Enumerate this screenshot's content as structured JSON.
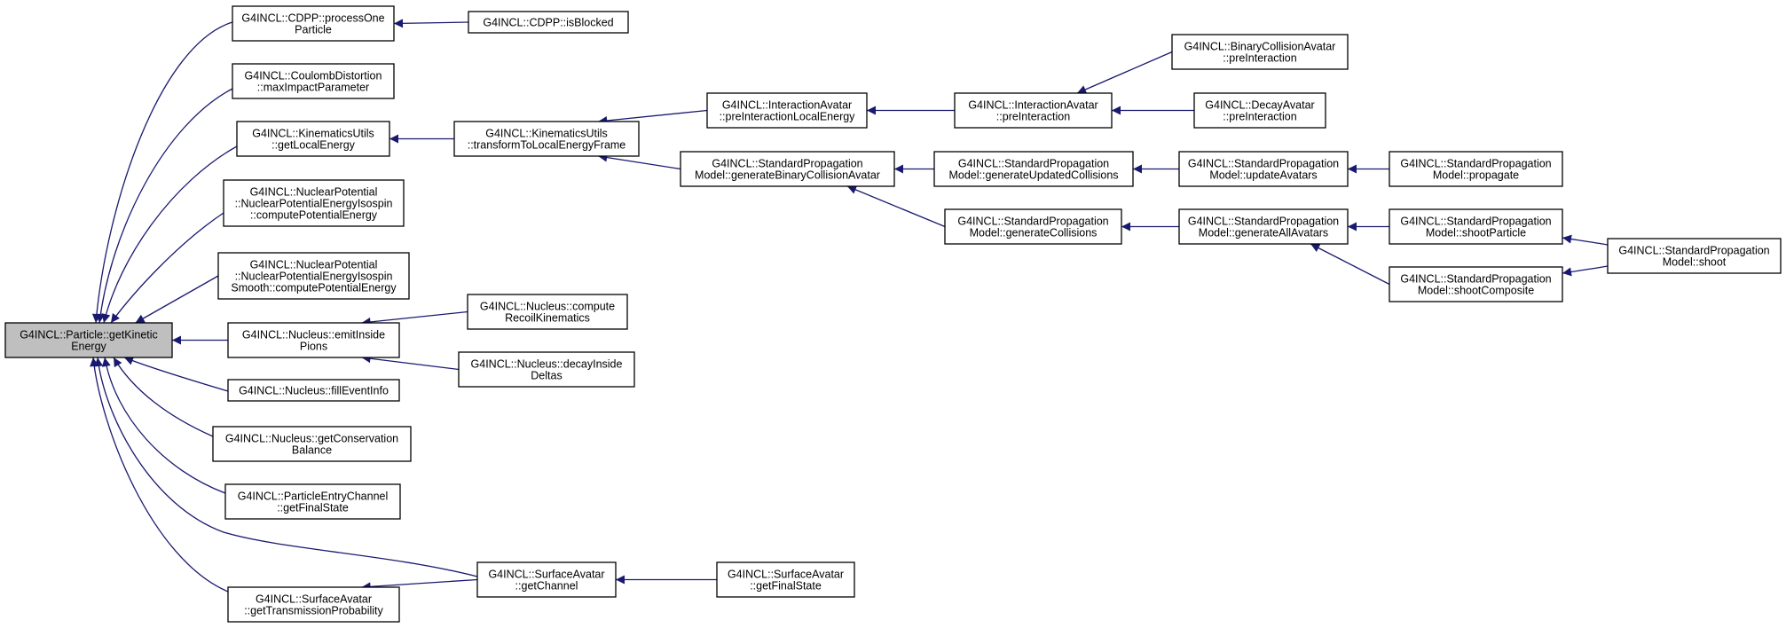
{
  "diagram": {
    "colors": {
      "edge": "#191970",
      "root_fill": "#bfbfbf",
      "node_fill": "#ffffff",
      "node_border": "#000000"
    },
    "nodes": [
      {
        "id": "getKineticEnergy",
        "lines": [
          "G4INCL::Particle::getKinetic",
          "Energy"
        ],
        "root": true
      },
      {
        "id": "processOneParticle",
        "lines": [
          "G4INCL::CDPP::processOne",
          "Particle"
        ]
      },
      {
        "id": "isBlocked",
        "lines": [
          "G4INCL::CDPP::isBlocked"
        ]
      },
      {
        "id": "maxImpactParameter",
        "lines": [
          "G4INCL::CoulombDistortion",
          "::maxImpactParameter"
        ]
      },
      {
        "id": "getLocalEnergy",
        "lines": [
          "G4INCL::KinematicsUtils",
          "::getLocalEnergy"
        ]
      },
      {
        "id": "transformToLocalEnergyFrame",
        "lines": [
          "G4INCL::KinematicsUtils",
          "::transformToLocalEnergyFrame"
        ]
      },
      {
        "id": "preInteractionLocalEnergy",
        "lines": [
          "G4INCL::InteractionAvatar",
          "::preInteractionLocalEnergy"
        ]
      },
      {
        "id": "interactionPreInteraction",
        "lines": [
          "G4INCL::InteractionAvatar",
          "::preInteraction"
        ]
      },
      {
        "id": "binaryPreInteraction",
        "lines": [
          "G4INCL::BinaryCollisionAvatar",
          "::preInteraction"
        ]
      },
      {
        "id": "decayPreInteraction",
        "lines": [
          "G4INCL::DecayAvatar",
          "::preInteraction"
        ]
      },
      {
        "id": "generateBinaryCollisionAvatar",
        "lines": [
          "G4INCL::StandardPropagation",
          "Model::generateBinaryCollisionAvatar"
        ]
      },
      {
        "id": "generateUpdatedCollisions",
        "lines": [
          "G4INCL::StandardPropagation",
          "Model::generateUpdatedCollisions"
        ]
      },
      {
        "id": "updateAvatars",
        "lines": [
          "G4INCL::StandardPropagation",
          "Model::updateAvatars"
        ]
      },
      {
        "id": "propagate",
        "lines": [
          "G4INCL::StandardPropagation",
          "Model::propagate"
        ]
      },
      {
        "id": "generateCollisions",
        "lines": [
          "G4INCL::StandardPropagation",
          "Model::generateCollisions"
        ]
      },
      {
        "id": "generateAllAvatars",
        "lines": [
          "G4INCL::StandardPropagation",
          "Model::generateAllAvatars"
        ]
      },
      {
        "id": "shootParticle",
        "lines": [
          "G4INCL::StandardPropagation",
          "Model::shootParticle"
        ]
      },
      {
        "id": "shootComposite",
        "lines": [
          "G4INCL::StandardPropagation",
          "Model::shootComposite"
        ]
      },
      {
        "id": "shoot",
        "lines": [
          "G4INCL::StandardPropagation",
          "Model::shoot"
        ]
      },
      {
        "id": "nuclearPotentialIsospin",
        "lines": [
          "G4INCL::NuclearPotential",
          "::NuclearPotentialEnergyIsospin",
          "::computePotentialEnergy"
        ]
      },
      {
        "id": "nuclearPotentialIsospinSmooth",
        "lines": [
          "G4INCL::NuclearPotential",
          "::NuclearPotentialEnergyIsospin",
          "Smooth::computePotentialEnergy"
        ]
      },
      {
        "id": "emitInsidePions",
        "lines": [
          "G4INCL::Nucleus::emitInside",
          "Pions"
        ]
      },
      {
        "id": "computeRecoilKinematics",
        "lines": [
          "G4INCL::Nucleus::compute",
          "RecoilKinematics"
        ]
      },
      {
        "id": "decayInsideDeltas",
        "lines": [
          "G4INCL::Nucleus::decayInside",
          "Deltas"
        ]
      },
      {
        "id": "fillEventInfo",
        "lines": [
          "G4INCL::Nucleus::fillEventInfo"
        ]
      },
      {
        "id": "getConservationBalance",
        "lines": [
          "G4INCL::Nucleus::getConservation",
          "Balance"
        ]
      },
      {
        "id": "particleEntryGetFinalState",
        "lines": [
          "G4INCL::ParticleEntryChannel",
          "::getFinalState"
        ]
      },
      {
        "id": "surfaceGetChannel",
        "lines": [
          "G4INCL::SurfaceAvatar",
          "::getChannel"
        ]
      },
      {
        "id": "surfaceGetFinalState",
        "lines": [
          "G4INCL::SurfaceAvatar",
          "::getFinalState"
        ]
      },
      {
        "id": "getTransmissionProbability",
        "lines": [
          "G4INCL::SurfaceAvatar",
          "::getTransmissionProbability"
        ]
      }
    ],
    "edges": [
      {
        "from": "processOneParticle",
        "to": "getKineticEnergy"
      },
      {
        "from": "isBlocked",
        "to": "processOneParticle"
      },
      {
        "from": "maxImpactParameter",
        "to": "getKineticEnergy"
      },
      {
        "from": "getLocalEnergy",
        "to": "getKineticEnergy"
      },
      {
        "from": "transformToLocalEnergyFrame",
        "to": "getLocalEnergy"
      },
      {
        "from": "preInteractionLocalEnergy",
        "to": "transformToLocalEnergyFrame"
      },
      {
        "from": "interactionPreInteraction",
        "to": "preInteractionLocalEnergy"
      },
      {
        "from": "binaryPreInteraction",
        "to": "interactionPreInteraction"
      },
      {
        "from": "decayPreInteraction",
        "to": "interactionPreInteraction"
      },
      {
        "from": "generateBinaryCollisionAvatar",
        "to": "transformToLocalEnergyFrame"
      },
      {
        "from": "generateUpdatedCollisions",
        "to": "generateBinaryCollisionAvatar"
      },
      {
        "from": "generateCollisions",
        "to": "generateBinaryCollisionAvatar"
      },
      {
        "from": "updateAvatars",
        "to": "generateUpdatedCollisions"
      },
      {
        "from": "propagate",
        "to": "updateAvatars"
      },
      {
        "from": "generateAllAvatars",
        "to": "generateCollisions"
      },
      {
        "from": "shootParticle",
        "to": "generateAllAvatars"
      },
      {
        "from": "shootComposite",
        "to": "generateAllAvatars"
      },
      {
        "from": "shoot",
        "to": "shootParticle"
      },
      {
        "from": "shoot",
        "to": "shootComposite"
      },
      {
        "from": "nuclearPotentialIsospin",
        "to": "getKineticEnergy"
      },
      {
        "from": "nuclearPotentialIsospinSmooth",
        "to": "getKineticEnergy"
      },
      {
        "from": "emitInsidePions",
        "to": "getKineticEnergy"
      },
      {
        "from": "computeRecoilKinematics",
        "to": "emitInsidePions"
      },
      {
        "from": "decayInsideDeltas",
        "to": "emitInsidePions"
      },
      {
        "from": "fillEventInfo",
        "to": "getKineticEnergy"
      },
      {
        "from": "getConservationBalance",
        "to": "getKineticEnergy"
      },
      {
        "from": "particleEntryGetFinalState",
        "to": "getKineticEnergy"
      },
      {
        "from": "surfaceGetChannel",
        "to": "getKineticEnergy"
      },
      {
        "from": "surfaceGetChannel",
        "to": "getTransmissionProbability"
      },
      {
        "from": "surfaceGetFinalState",
        "to": "surfaceGetChannel"
      },
      {
        "from": "getTransmissionProbability",
        "to": "getKineticEnergy"
      }
    ]
  }
}
